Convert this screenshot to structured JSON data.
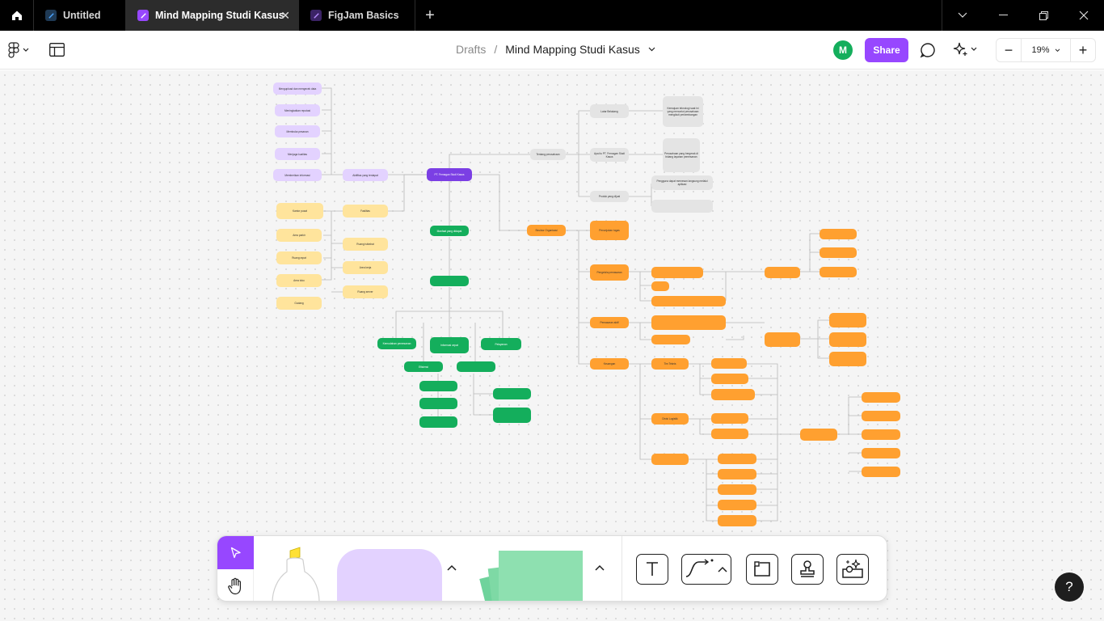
{
  "tabs": [
    {
      "label": "Untitled",
      "icon": "figma-design-icon",
      "active": false
    },
    {
      "label": "Mind Mapping Studi Kasus",
      "icon": "figjam-file-icon",
      "active": true
    },
    {
      "label": "FigJam Basics",
      "icon": "figjam-file-icon",
      "active": false
    }
  ],
  "breadcrumb": {
    "root": "Drafts",
    "separator": "/",
    "file": "Mind Mapping Studi Kasus"
  },
  "user": {
    "initial": "M"
  },
  "share_label": "Share",
  "zoom": {
    "value": "19%"
  },
  "help_label": "?",
  "colors": {
    "accent": "#9747ff",
    "avatar": "#14ae5c",
    "purple": "#7b3fe4",
    "orange": "#ffa030",
    "green": "#14ae5c",
    "yellow": "#ffe49c",
    "light_purple": "#e3d2ff",
    "grey": "#e4e4e4"
  },
  "mindmap": {
    "root": "PT. Fernagan Studi Kasus",
    "branches": [
      {
        "label": "Tentang perusahaan",
        "color": "grey",
        "children": [
          {
            "label": "Latar Belakang",
            "note": "Kemajuan teknologi saat ini yang menuntut perusahaan mengikuti perkembangan"
          },
          {
            "label": "Apa itu PT. Fernagan Studi Kasus",
            "note": "Perusahaan yang bergerak di bidang layanan pemesanan"
          },
          {
            "label": "Produk yang dijual",
            "note": "Pengguna dapat memesan langsung melalui aplikasi"
          }
        ]
      },
      {
        "label": "Aktifitas yang terdapat",
        "color": "light_purple",
        "children": [
          {
            "label": "Mengupload dan mengecek data"
          },
          {
            "label": "Meningkatkan reputasi"
          },
          {
            "label": "Membuka pesanan"
          },
          {
            "label": "Menjaga kualitas"
          },
          {
            "label": "Memberikan informasi"
          }
        ]
      },
      {
        "label": "Fasilitas",
        "color": "yellow",
        "children": [
          {
            "label": "Kantor pusat"
          },
          {
            "label": "Area parkir"
          },
          {
            "label": "Ruang rapat"
          },
          {
            "label": "Area toko"
          },
          {
            "label": "Gudang"
          },
          {
            "label": "Ruang istirahat"
          },
          {
            "label": "Area kerja"
          },
          {
            "label": "Ruang server"
          }
        ]
      },
      {
        "label": "Struktur Organisasi",
        "color": "orange",
        "children": [
          {
            "label": "Penunjukan tugas"
          },
          {
            "label": "Pengelola pemasaran"
          },
          {
            "label": "Pemasaran aktif"
          },
          {
            "label": "Keuangan"
          },
          {
            "label": "Tim Teknis"
          },
          {
            "label": "Divisi Logistik"
          }
        ]
      },
      {
        "label": "Manfaat yang didapat",
        "color": "green",
        "children": [
          {
            "label": "Kemudahan pemesanan"
          },
          {
            "label": "Informasi cepat"
          },
          {
            "label": "Pelayanan"
          },
          {
            "label": "Efisiensi"
          }
        ]
      }
    ]
  }
}
